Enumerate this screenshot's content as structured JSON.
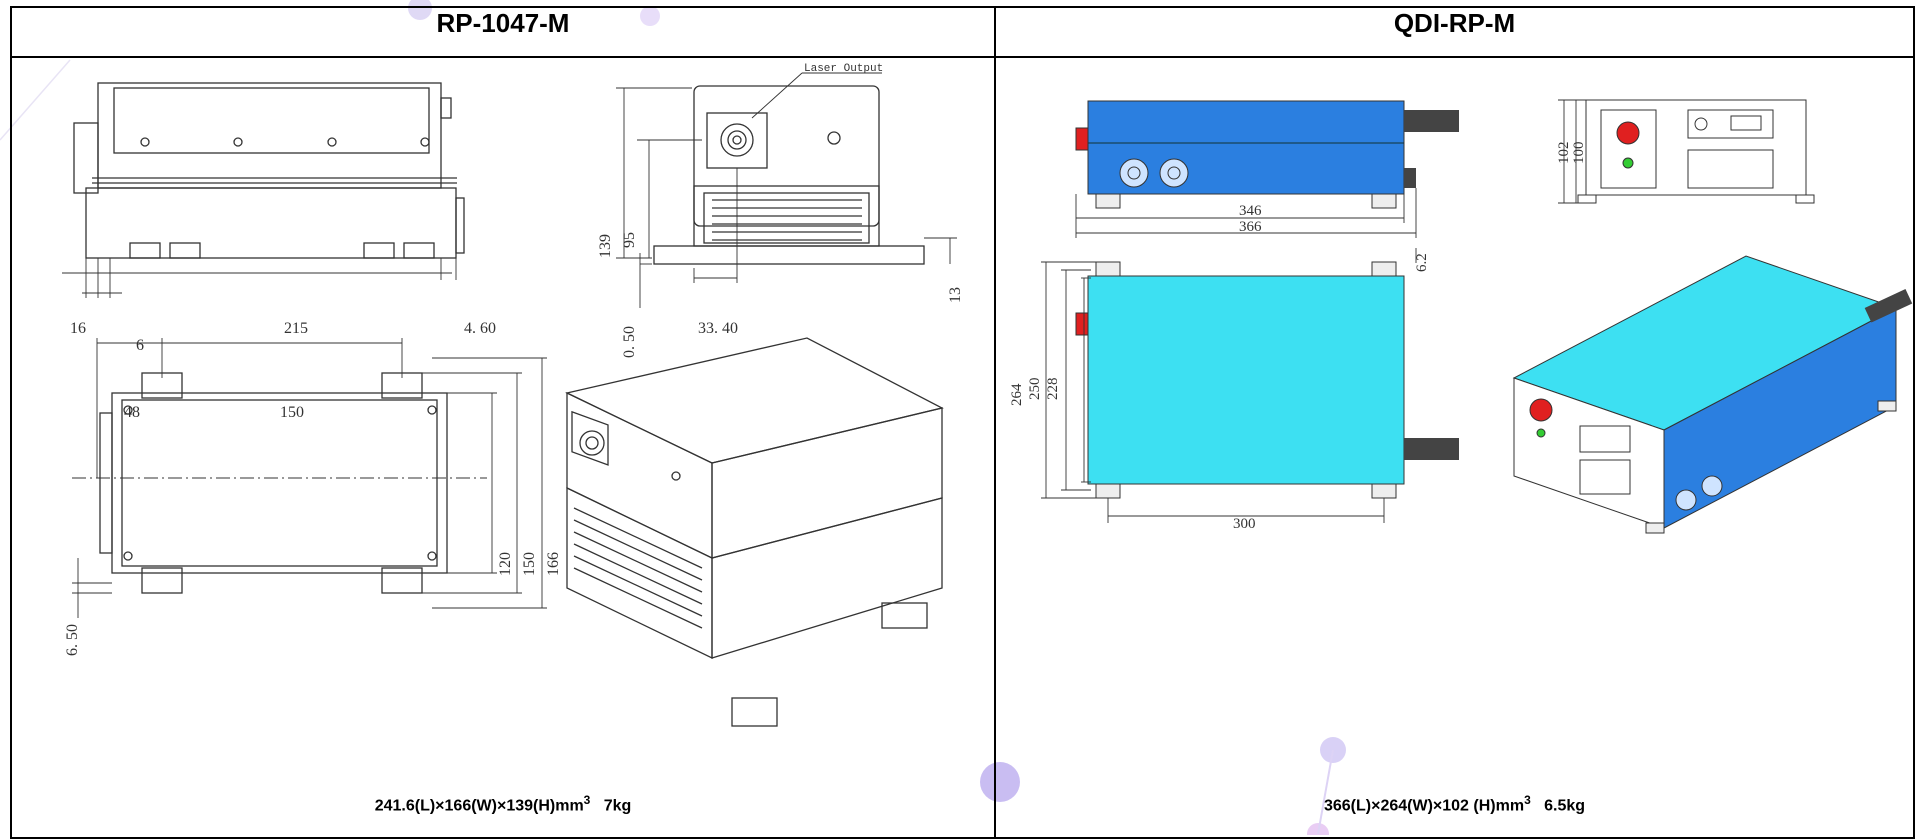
{
  "left": {
    "title": "RP-1047-M",
    "caption_main": "241.6(L)×166(W)×139(H)mm",
    "caption_sup": "3",
    "caption_weight": "7kg",
    "callout": "Laser Output",
    "dims": {
      "d16": "16",
      "d215": "215",
      "d460": "4. 60",
      "d6": "6",
      "d139": "139",
      "d95": "95",
      "d050": "0. 50",
      "d3340": "33. 40",
      "d13": "13",
      "d48": "48",
      "d150w": "150",
      "d120": "120",
      "d150h": "150",
      "d166": "166",
      "d650": "6. 50"
    }
  },
  "right": {
    "title": "QDI-RP-M",
    "caption_main": "366(L)×264(W)×102 (H)mm",
    "caption_sup": "3",
    "caption_weight": "6.5kg",
    "dims": {
      "d346": "346",
      "d366": "366",
      "d102": "102",
      "d100": "100",
      "d62": "6.2",
      "d264": "264",
      "d250": "250",
      "d228": "228",
      "d300": "300"
    }
  },
  "colors": {
    "device_blue": "#2b7fe0",
    "device_cyan": "#3de0f2",
    "knob_red": "#e02020",
    "led_green": "#33cc33"
  }
}
